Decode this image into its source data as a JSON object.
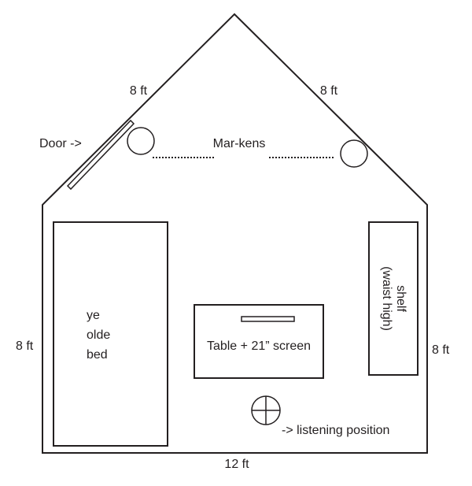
{
  "labels": {
    "roof_left": "8 ft",
    "roof_right": "8 ft",
    "door": "Door ->",
    "speakers": "Mar-kens",
    "wall_left": "8 ft",
    "wall_right": "8 ft",
    "floor": "12 ft",
    "bed": [
      "ye",
      "olde",
      "bed"
    ],
    "table": "Table + 21” screen",
    "shelf": [
      "shelf",
      "(waist high)"
    ],
    "listening": "-> listening position"
  }
}
